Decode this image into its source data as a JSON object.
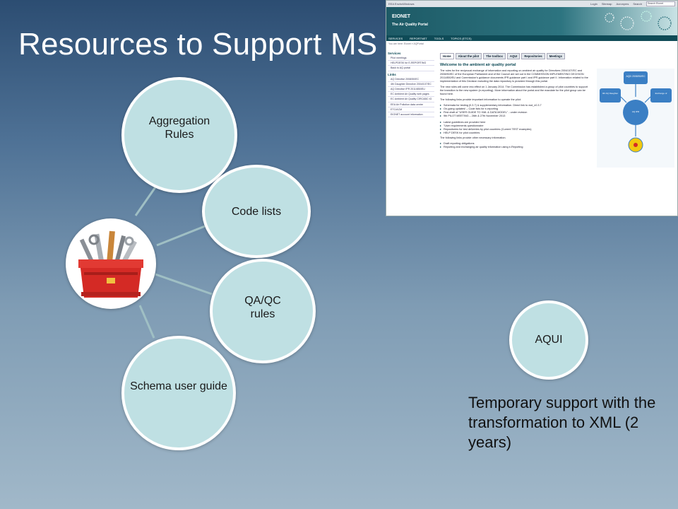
{
  "slide": {
    "title": "Resources to Support MS",
    "nodes": [
      "Aggregation Rules",
      "Code lists",
      "QA/QC rules",
      "Schema user guide"
    ],
    "aqui_label": "AQUI",
    "support_text": "Temporary support with the transformation to XML (2 years)"
  },
  "screenshot": {
    "top_bar": {
      "left": "EEA  EnviroWindows",
      "login": "Login",
      "sitemap": "Sitemap",
      "acronyms": "Acronyms",
      "search_label": "Search",
      "search_placeholder": "Search Eionet"
    },
    "brand": "EIONET",
    "subtitle": "The Air Quality Portal",
    "nav": [
      "SERVICES",
      "REPORTNET",
      "TOOLS",
      "TOPICS (ETCS)"
    ],
    "breadcrumb": "You are here: Eionet » AQPortal",
    "sidebar": {
      "services_title": "Services",
      "services": [
        "Pilot meetings",
        "HELPDESK for E-REPORTING",
        "Back to AQ portal"
      ],
      "links_title": "Links",
      "links": [
        "AQ Directive 2008/50/EC",
        "4th Daughter Directive 2004/107/EC",
        "AQ Directive IPR 2011/850/EU",
        "EC Ambient Air Quality web pages",
        "EC Ambient Air Quality CIRCABC IG",
        "EEA Air Pollution data centre",
        "ETC/ACM",
        "EIONET account information"
      ]
    },
    "tabs": [
      "Home",
      "About the pilot",
      "The toolbox",
      "AQUI",
      "Repositories",
      "Meetings"
    ],
    "heading": "Welcome to the ambient air quality portal",
    "para1": "The rules for the reciprocal exchange of information and reporting on ambient air quality for Directives 2004/107/EC and 2008/50/EC of the European Parliament and of the Council are set out in the COMMISSION IMPLEMENTING DECISION 2011/850/EU and Commission's guidance documents IPR guidance part I and IPR guidance part II. Information related to the implementation of this Decision including the data repository is provided through this portal.",
    "para2": "The new rules will come into effect on 1 January 2014. The Commission has established a group of pilot countries to support the transition to the new system (e-reporting). More information about the portal and the mandate for the pilot group can be found here.",
    "para3": "The following links provide important information to operate the pilot:",
    "items1": [
      "Schemata for testing (0.3.7) & supplementary information. Direct link to xsd_v0.3.7",
      "On-going updates! – Code lists for e-reporting",
      "First draft of \"USER GUIDE TO XML & DATA MODEL\" - under revision",
      "9th PILOT MEETING – 26th & 27th November 2013"
    ],
    "items2": [
      "Latest guidelines are provided here",
      "\"User requirements questionnaire",
      "Repositories for test deliveries by pilot countries (Current TEST examples)",
      "HELP DESK for pilot countries"
    ],
    "para4": "The following links provide other necessary information.",
    "items3": [
      "Draft reporting obligations",
      "Reporting and exchanging air quality information using e-Reporting"
    ],
    "diagram": {
      "center": "AQ Implementing Provisions for Reporting (AQ IPR)",
      "top": "AQD 2008/50/EC",
      "left": "4th AQ Daughter Directive 2004/107/EC",
      "right": "Exchange of Information Decision 97/101/EC"
    }
  }
}
